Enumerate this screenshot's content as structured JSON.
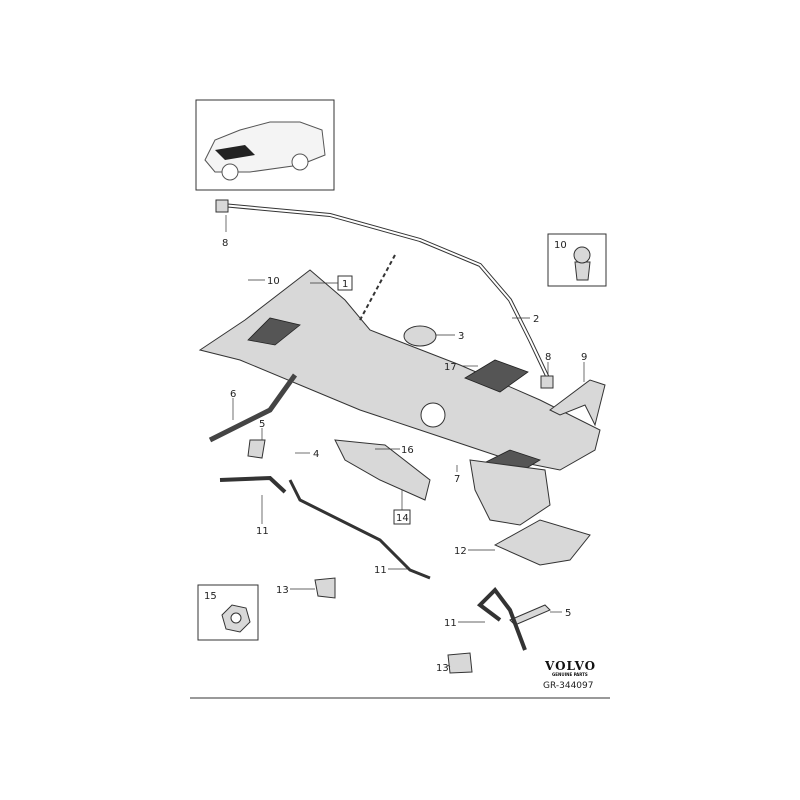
{
  "callouts": {
    "c8a": "8",
    "c10a": "10",
    "c1": "1",
    "c2": "2",
    "c3": "3",
    "c17": "17",
    "c8b": "8",
    "c9": "9",
    "c6": "6",
    "c5a": "5",
    "c4": "4",
    "c16": "16",
    "c7": "7",
    "c14": "14",
    "c11a": "11",
    "c12": "12",
    "c11b": "11",
    "c13a": "13",
    "c15": "15",
    "c11c": "11",
    "c5b": "5",
    "c13b": "13",
    "c10b": "10"
  },
  "logo": {
    "brand": "VOLVO",
    "tagline": "GENUINE PARTS"
  },
  "drawing_number": "GR-344097"
}
